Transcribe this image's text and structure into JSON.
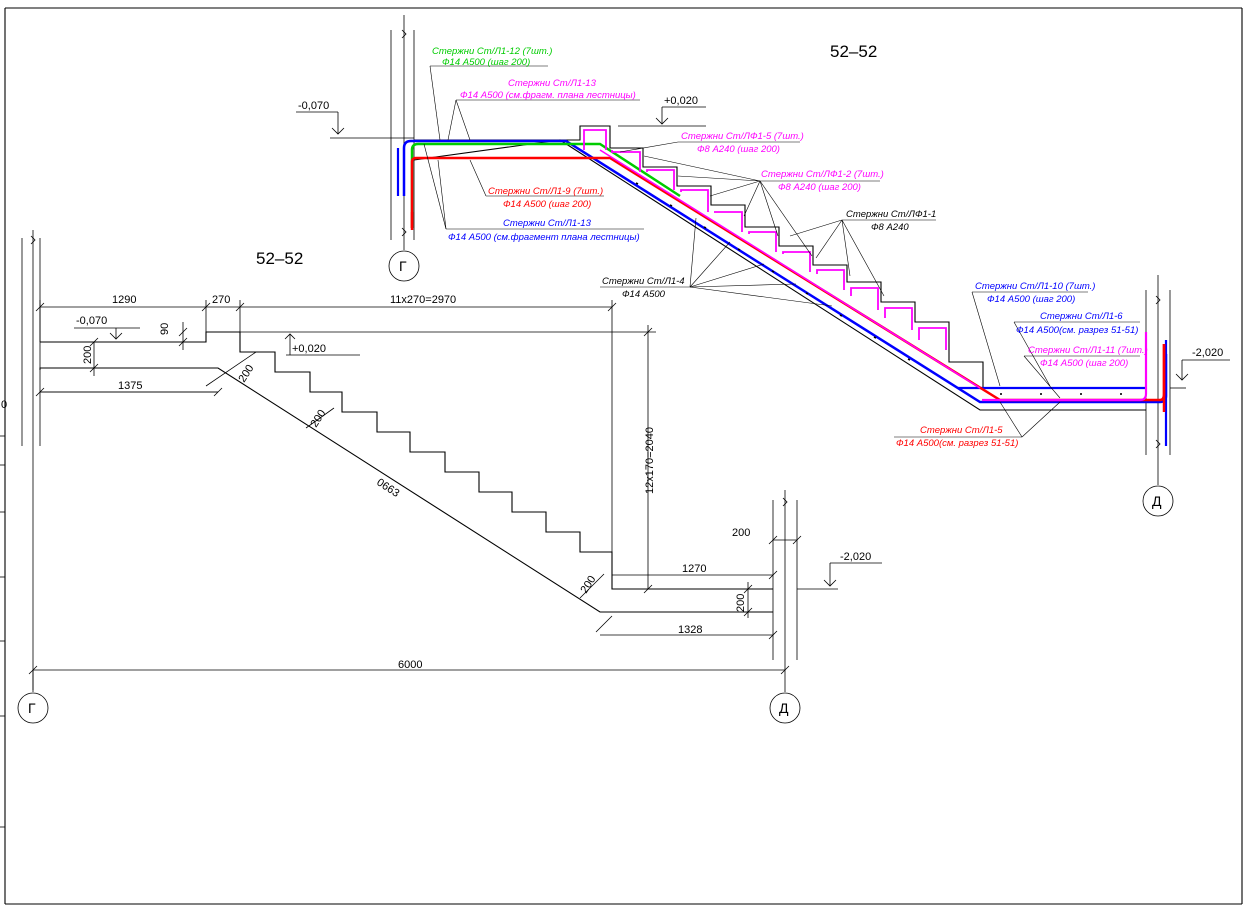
{
  "colors": {
    "background": "#ffffff",
    "ink": "#000000",
    "green": "#00cc00",
    "red": "#ff0000",
    "blue": "#0000ff",
    "magenta": "#ff00ff"
  },
  "left_section": {
    "title": "52–52",
    "dims": {
      "d1290": "1290",
      "d270": "270",
      "d2970": "11х270=2970",
      "m070": "-0,070",
      "d90": "90",
      "p020": "+0,020",
      "d200a": "200",
      "d1375": "1375",
      "d200b": "200",
      "d200c": "200",
      "d0663": "0663",
      "d2040": "12х170=2040",
      "d200d": "200",
      "d200e": "200",
      "d1270": "1270",
      "d200f": "200",
      "m2020": "-2,020",
      "d1328": "1328",
      "d6000": "6000"
    },
    "axis_g": "Г",
    "axis_d": "Д",
    "edge_fragment": "0"
  },
  "right_section": {
    "title": "52–52",
    "marks": {
      "m070": "-0,070",
      "p020": "+0,020",
      "m2020": "-2,020"
    },
    "axis_g": "Г",
    "axis_d": "Д",
    "labels": {
      "l1_12": [
        "Стержни Ст/Л1-12 (7шт.)",
        "Ф14 А500 (шаг 200)"
      ],
      "l1_13a": [
        "Стержни Ст/Л1-13",
        "Ф14 А500 (см.фрагм. плана лестницы)"
      ],
      "f1_5": [
        "Стержни Ст/ЛФ1-5 (7шт.)",
        "Ф8 А240 (шаг 200)"
      ],
      "f1_2": [
        "Стержни Ст/ЛФ1-2 (7шт.)",
        "Ф8 А240 (шаг 200)"
      ],
      "f1_1": [
        "Стержни Ст/ЛФ1-1",
        "Ф8 А240"
      ],
      "l1_9": [
        "Стержни Ст/Л1-9 (7шт.)",
        "Ф14 А500 (шаг 200)"
      ],
      "l1_13b": [
        "Стержни Ст/Л1-13",
        "Ф14 А500 (см.фрагмент плана лестницы)"
      ],
      "l1_4": [
        "Стержни Ст/Л1-4",
        "Ф14 А500"
      ],
      "l1_10": [
        "Стержни Ст/Л1-10 (7шт.)",
        "Ф14 А500 (шаг 200)"
      ],
      "l1_6": [
        "Стержни Ст/Л1-6",
        "Ф14 А500(см. разрез 51-51)"
      ],
      "l1_11": [
        "Стержни Ст/Л1-11 (7шт.)",
        "Ф14 А500 (шаг 200)"
      ],
      "l1_5": [
        "Стержни Ст/Л1-5",
        "Ф14 А500(см. разрез 51-51)"
      ]
    }
  }
}
